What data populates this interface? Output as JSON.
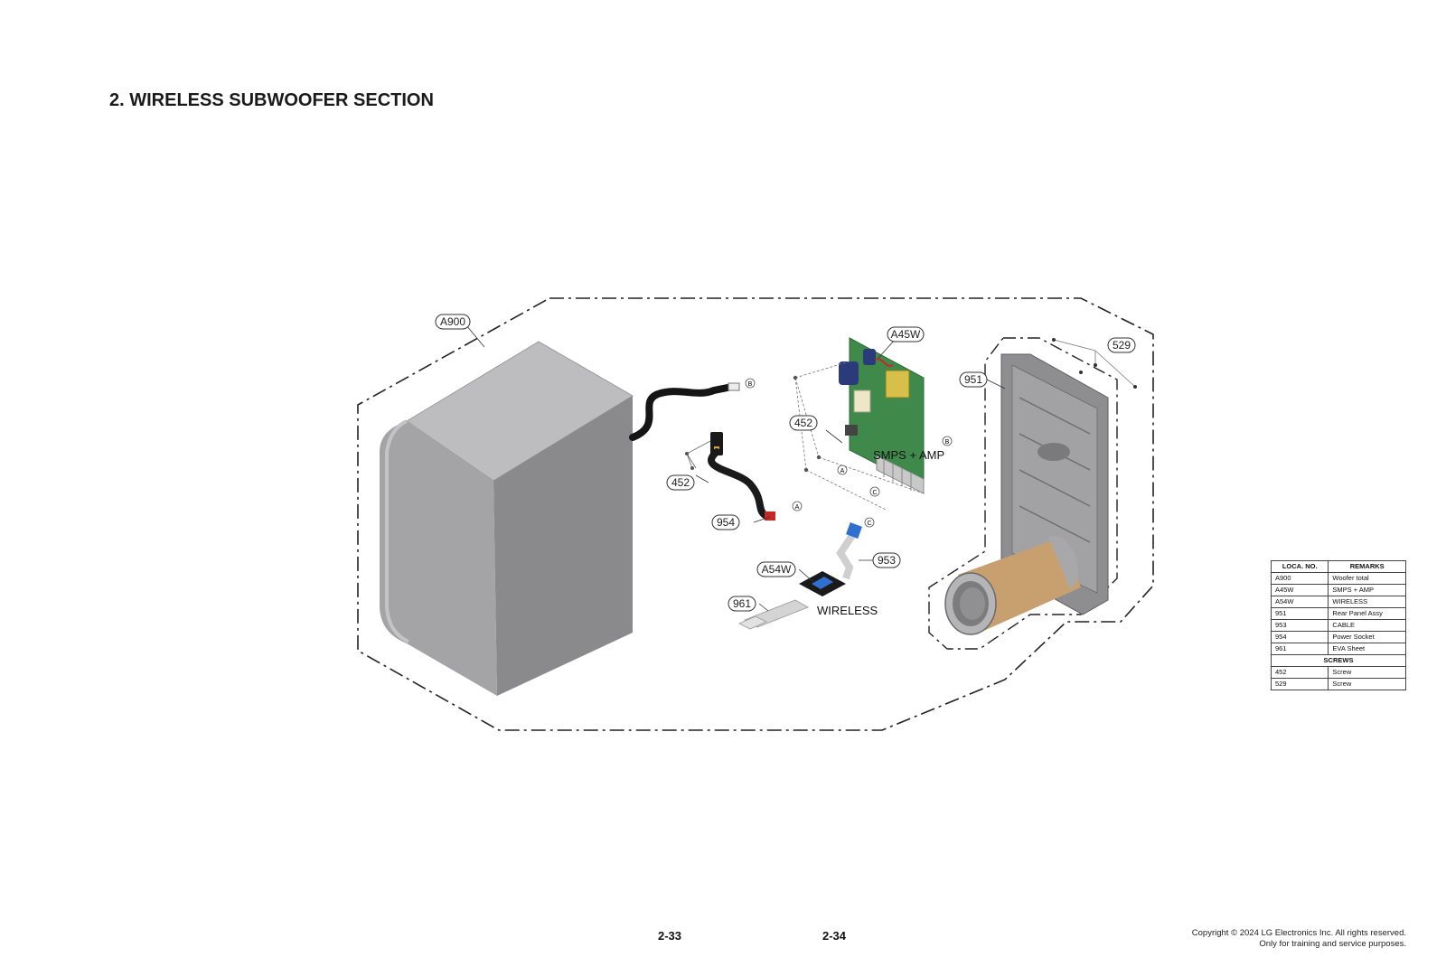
{
  "title": "2. WIRELESS SUBWOOFER SECTION",
  "callouts": {
    "a900": "A900",
    "a45w": "A45W",
    "c529": "529",
    "c951": "951",
    "c452_top": "452",
    "c452_left": "452",
    "c954": "954",
    "c953": "953",
    "a54w": "A54W",
    "c961": "961",
    "conn_b_cable": "B",
    "conn_b_board": "B",
    "conn_a_cable": "A",
    "conn_a_board": "A",
    "conn_c_cable": "C",
    "conn_c_board": "C"
  },
  "labels": {
    "smps_amp": "SMPS + AMP",
    "wireless": "WIRELESS"
  },
  "parts_table": {
    "header_loca": "LOCA. NO.",
    "header_remarks": "REMARKS",
    "screws_header": "SCREWS",
    "rows": [
      {
        "loc": "A900",
        "remark": "Woofer total"
      },
      {
        "loc": "A45W",
        "remark": "SMPS + AMP"
      },
      {
        "loc": "A54W",
        "remark": "WIRELESS"
      },
      {
        "loc": "951",
        "remark": "Rear Panel Assy"
      },
      {
        "loc": "953",
        "remark": "CABLE"
      },
      {
        "loc": "954",
        "remark": "Power Socket"
      },
      {
        "loc": "961",
        "remark": "EVA Sheet"
      }
    ],
    "screw_rows": [
      {
        "loc": "452",
        "remark": "Screw"
      },
      {
        "loc": "529",
        "remark": "Screw"
      }
    ]
  },
  "footer": {
    "page_left": "2-33",
    "page_right": "2-34",
    "copyright_line1": "Copyright © 2024 LG Electronics Inc. All rights reserved.",
    "copyright_line2": "Only for training and service purposes."
  },
  "colors": {
    "cabinet_front": "#8c8c8e",
    "cabinet_top": "#b9b9bb",
    "cabinet_side": "#a3a3a5",
    "pcb_green": "#3f8a4a",
    "tube": "#c8a070",
    "panel": "#8e8e90"
  }
}
